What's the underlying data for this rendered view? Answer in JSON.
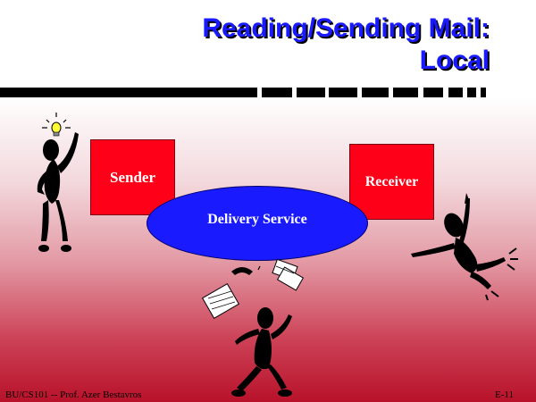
{
  "slide": {
    "title_line1": "Reading/Sending Mail:",
    "title_line2": "Local"
  },
  "diagram": {
    "sender_label": "Sender",
    "receiver_label": "Receiver",
    "service_label": "Delivery Service"
  },
  "footer": {
    "course": "BU/CS101 -- Prof. Azer Bestavros",
    "page": "E-11"
  },
  "colors": {
    "title_blue": "#1a1aff",
    "box_red": "#ff0019",
    "ellipse_blue": "#1a1aff"
  },
  "icons": [
    "lightbulb-icon",
    "telephone-icon",
    "letters-icon",
    "keyboard-icon"
  ]
}
